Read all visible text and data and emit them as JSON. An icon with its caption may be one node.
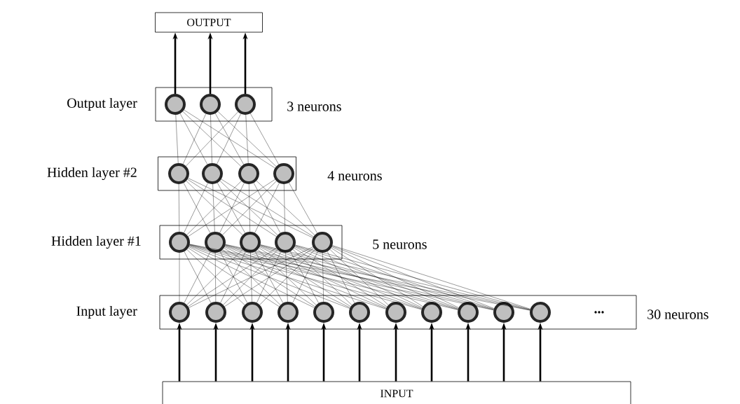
{
  "diagram": {
    "nodes": [
      {
        "text": [
          "OUTPUT"
        ]
      },
      {
        "text": [
          "Output layer"
        ],
        "beside": [
          "3 neurons"
        ]
      },
      {
        "text": [],
        "shape": "circle",
        "in": 1
      },
      {
        "text": [],
        "shape": "circle",
        "in": 1
      },
      {
        "text": [],
        "shape": "circle",
        "in": 1
      },
      {
        "text": [
          "Hidden layer #2"
        ],
        "beside": [
          "4 neurons"
        ]
      },
      {
        "text": [],
        "shape": "circle",
        "in": 5
      },
      {
        "text": [],
        "shape": "circle",
        "in": 5
      },
      {
        "text": [],
        "shape": "circle",
        "in": 5
      },
      {
        "text": [],
        "shape": "circle",
        "in": 5
      },
      {
        "text": [
          "Hidden layer #1"
        ],
        "beside": [
          "5 neurons"
        ]
      },
      {
        "text": [],
        "shape": "circle",
        "in": 10
      },
      {
        "text": [],
        "shape": "circle",
        "in": 10
      },
      {
        "text": [],
        "shape": "circle",
        "in": 10
      },
      {
        "text": [],
        "shape": "circle",
        "in": 10
      },
      {
        "text": [],
        "shape": "circle",
        "in": 10
      },
      {
        "text": [
          "Input layer"
        ],
        "beside": [
          "30 neurons"
        ]
      },
      {
        "text": [],
        "shape": "circle",
        "in": 16
      },
      {
        "text": [],
        "shape": "circle",
        "in": 16
      },
      {
        "text": [],
        "shape": "circle",
        "in": 16
      },
      {
        "text": [],
        "shape": "circle",
        "in": 16
      },
      {
        "text": [],
        "shape": "circle",
        "in": 16
      },
      {
        "text": [],
        "shape": "circle",
        "in": 16
      },
      {
        "text": [],
        "shape": "circle",
        "in": 16
      },
      {
        "text": [],
        "shape": "circle",
        "in": 16
      },
      {
        "text": [],
        "shape": "circle",
        "in": 16
      },
      {
        "text": [],
        "shape": "circle",
        "in": 16
      },
      {
        "text": [],
        "shape": "circle",
        "in": 16
      },
      {
        "text": [
          "INPUT"
        ]
      }
    ],
    "edges": [
      {
        "from": 2,
        "to": 0,
        "arrow": "to",
        "style": "thick"
      },
      {
        "from": 3,
        "to": 0,
        "arrow": "to",
        "style": "thick"
      },
      {
        "from": 4,
        "to": 0,
        "arrow": "to",
        "style": "thick"
      },
      {
        "from": 6,
        "to": 2,
        "arrow": "none"
      },
      {
        "from": 6,
        "to": 3,
        "arrow": "none"
      },
      {
        "from": 6,
        "to": 4,
        "arrow": "none"
      },
      {
        "from": 7,
        "to": 2,
        "arrow": "none"
      },
      {
        "from": 7,
        "to": 3,
        "arrow": "none"
      },
      {
        "from": 7,
        "to": 4,
        "arrow": "none"
      },
      {
        "from": 8,
        "to": 2,
        "arrow": "none"
      },
      {
        "from": 8,
        "to": 3,
        "arrow": "none"
      },
      {
        "from": 8,
        "to": 4,
        "arrow": "none"
      },
      {
        "from": 9,
        "to": 2,
        "arrow": "none"
      },
      {
        "from": 9,
        "to": 3,
        "arrow": "none"
      },
      {
        "from": 9,
        "to": 4,
        "arrow": "none"
      },
      {
        "from": 11,
        "to": 6,
        "arrow": "none"
      },
      {
        "from": 11,
        "to": 7,
        "arrow": "none"
      },
      {
        "from": 11,
        "to": 8,
        "arrow": "none"
      },
      {
        "from": 11,
        "to": 9,
        "arrow": "none"
      },
      {
        "from": 12,
        "to": 6,
        "arrow": "none"
      },
      {
        "from": 12,
        "to": 7,
        "arrow": "none"
      },
      {
        "from": 12,
        "to": 8,
        "arrow": "none"
      },
      {
        "from": 12,
        "to": 9,
        "arrow": "none"
      },
      {
        "from": 13,
        "to": 6,
        "arrow": "none"
      },
      {
        "from": 13,
        "to": 7,
        "arrow": "none"
      },
      {
        "from": 13,
        "to": 8,
        "arrow": "none"
      },
      {
        "from": 13,
        "to": 9,
        "arrow": "none"
      },
      {
        "from": 14,
        "to": 6,
        "arrow": "none"
      },
      {
        "from": 14,
        "to": 7,
        "arrow": "none"
      },
      {
        "from": 14,
        "to": 8,
        "arrow": "none"
      },
      {
        "from": 14,
        "to": 9,
        "arrow": "none"
      },
      {
        "from": 15,
        "to": 6,
        "arrow": "none"
      },
      {
        "from": 15,
        "to": 7,
        "arrow": "none"
      },
      {
        "from": 15,
        "to": 8,
        "arrow": "none"
      },
      {
        "from": 15,
        "to": 9,
        "arrow": "none"
      },
      {
        "from": 17,
        "to": 11,
        "arrow": "none"
      },
      {
        "from": 17,
        "to": 12,
        "arrow": "none"
      },
      {
        "from": 17,
        "to": 13,
        "arrow": "none"
      },
      {
        "from": 17,
        "to": 14,
        "arrow": "none"
      },
      {
        "from": 17,
        "to": 15,
        "arrow": "none"
      },
      {
        "from": 18,
        "to": 11,
        "arrow": "none"
      },
      {
        "from": 18,
        "to": 12,
        "arrow": "none"
      },
      {
        "from": 18,
        "to": 13,
        "arrow": "none"
      },
      {
        "from": 18,
        "to": 14,
        "arrow": "none"
      },
      {
        "from": 18,
        "to": 15,
        "arrow": "none"
      },
      {
        "from": 19,
        "to": 11,
        "arrow": "none"
      },
      {
        "from": 19,
        "to": 12,
        "arrow": "none"
      },
      {
        "from": 19,
        "to": 13,
        "arrow": "none"
      },
      {
        "from": 19,
        "to": 14,
        "arrow": "none"
      },
      {
        "from": 19,
        "to": 15,
        "arrow": "none"
      },
      {
        "from": 20,
        "to": 11,
        "arrow": "none"
      },
      {
        "from": 20,
        "to": 12,
        "arrow": "none"
      },
      {
        "from": 20,
        "to": 13,
        "arrow": "none"
      },
      {
        "from": 20,
        "to": 14,
        "arrow": "none"
      },
      {
        "from": 20,
        "to": 15,
        "arrow": "none"
      },
      {
        "from": 21,
        "to": 11,
        "arrow": "none"
      },
      {
        "from": 21,
        "to": 12,
        "arrow": "none"
      },
      {
        "from": 21,
        "to": 13,
        "arrow": "none"
      },
      {
        "from": 21,
        "to": 14,
        "arrow": "none"
      },
      {
        "from": 21,
        "to": 15,
        "arrow": "none"
      },
      {
        "from": 22,
        "to": 11,
        "arrow": "none"
      },
      {
        "from": 22,
        "to": 12,
        "arrow": "none"
      },
      {
        "from": 22,
        "to": 13,
        "arrow": "none"
      },
      {
        "from": 22,
        "to": 14,
        "arrow": "none"
      },
      {
        "from": 22,
        "to": 15,
        "arrow": "none"
      },
      {
        "from": 23,
        "to": 11,
        "arrow": "none"
      },
      {
        "from": 23,
        "to": 12,
        "arrow": "none"
      },
      {
        "from": 23,
        "to": 13,
        "arrow": "none"
      },
      {
        "from": 23,
        "to": 14,
        "arrow": "none"
      },
      {
        "from": 23,
        "to": 15,
        "arrow": "none"
      },
      {
        "from": 24,
        "to": 11,
        "arrow": "none"
      },
      {
        "from": 24,
        "to": 12,
        "arrow": "none"
      },
      {
        "from": 24,
        "to": 13,
        "arrow": "none"
      },
      {
        "from": 24,
        "to": 14,
        "arrow": "none"
      },
      {
        "from": 24,
        "to": 15,
        "arrow": "none"
      },
      {
        "from": 25,
        "to": 11,
        "arrow": "none"
      },
      {
        "from": 25,
        "to": 12,
        "arrow": "none"
      },
      {
        "from": 25,
        "to": 13,
        "arrow": "none"
      },
      {
        "from": 25,
        "to": 14,
        "arrow": "none"
      },
      {
        "from": 25,
        "to": 15,
        "arrow": "none"
      },
      {
        "from": 26,
        "to": 11,
        "arrow": "none"
      },
      {
        "from": 26,
        "to": 12,
        "arrow": "none"
      },
      {
        "from": 26,
        "to": 13,
        "arrow": "none"
      },
      {
        "from": 26,
        "to": 14,
        "arrow": "none"
      },
      {
        "from": 26,
        "to": 15,
        "arrow": "none"
      },
      {
        "from": 27,
        "to": 11,
        "arrow": "none"
      },
      {
        "from": 27,
        "to": 12,
        "arrow": "none"
      },
      {
        "from": 27,
        "to": 13,
        "arrow": "none"
      },
      {
        "from": 27,
        "to": 14,
        "arrow": "none"
      },
      {
        "from": 27,
        "to": 15,
        "arrow": "none"
      },
      {
        "from": 28,
        "to": 17,
        "arrow": "to",
        "style": "thick"
      },
      {
        "from": 28,
        "to": 18,
        "arrow": "to",
        "style": "thick"
      },
      {
        "from": 28,
        "to": 19,
        "arrow": "to",
        "style": "thick"
      },
      {
        "from": 28,
        "to": 20,
        "arrow": "to",
        "style": "thick"
      },
      {
        "from": 28,
        "to": 21,
        "arrow": "to",
        "style": "thick"
      },
      {
        "from": 28,
        "to": 22,
        "arrow": "to",
        "style": "thick"
      },
      {
        "from": 28,
        "to": 23,
        "arrow": "to",
        "style": "thick"
      },
      {
        "from": 28,
        "to": 24,
        "arrow": "to",
        "style": "thick"
      },
      {
        "from": 28,
        "to": 25,
        "arrow": "to",
        "style": "thick"
      },
      {
        "from": 28,
        "to": 26,
        "arrow": "to",
        "style": "thick"
      },
      {
        "from": 28,
        "to": 27,
        "arrow": "to",
        "style": "thick"
      }
    ],
    "labels": [
      "..."
    ]
  }
}
